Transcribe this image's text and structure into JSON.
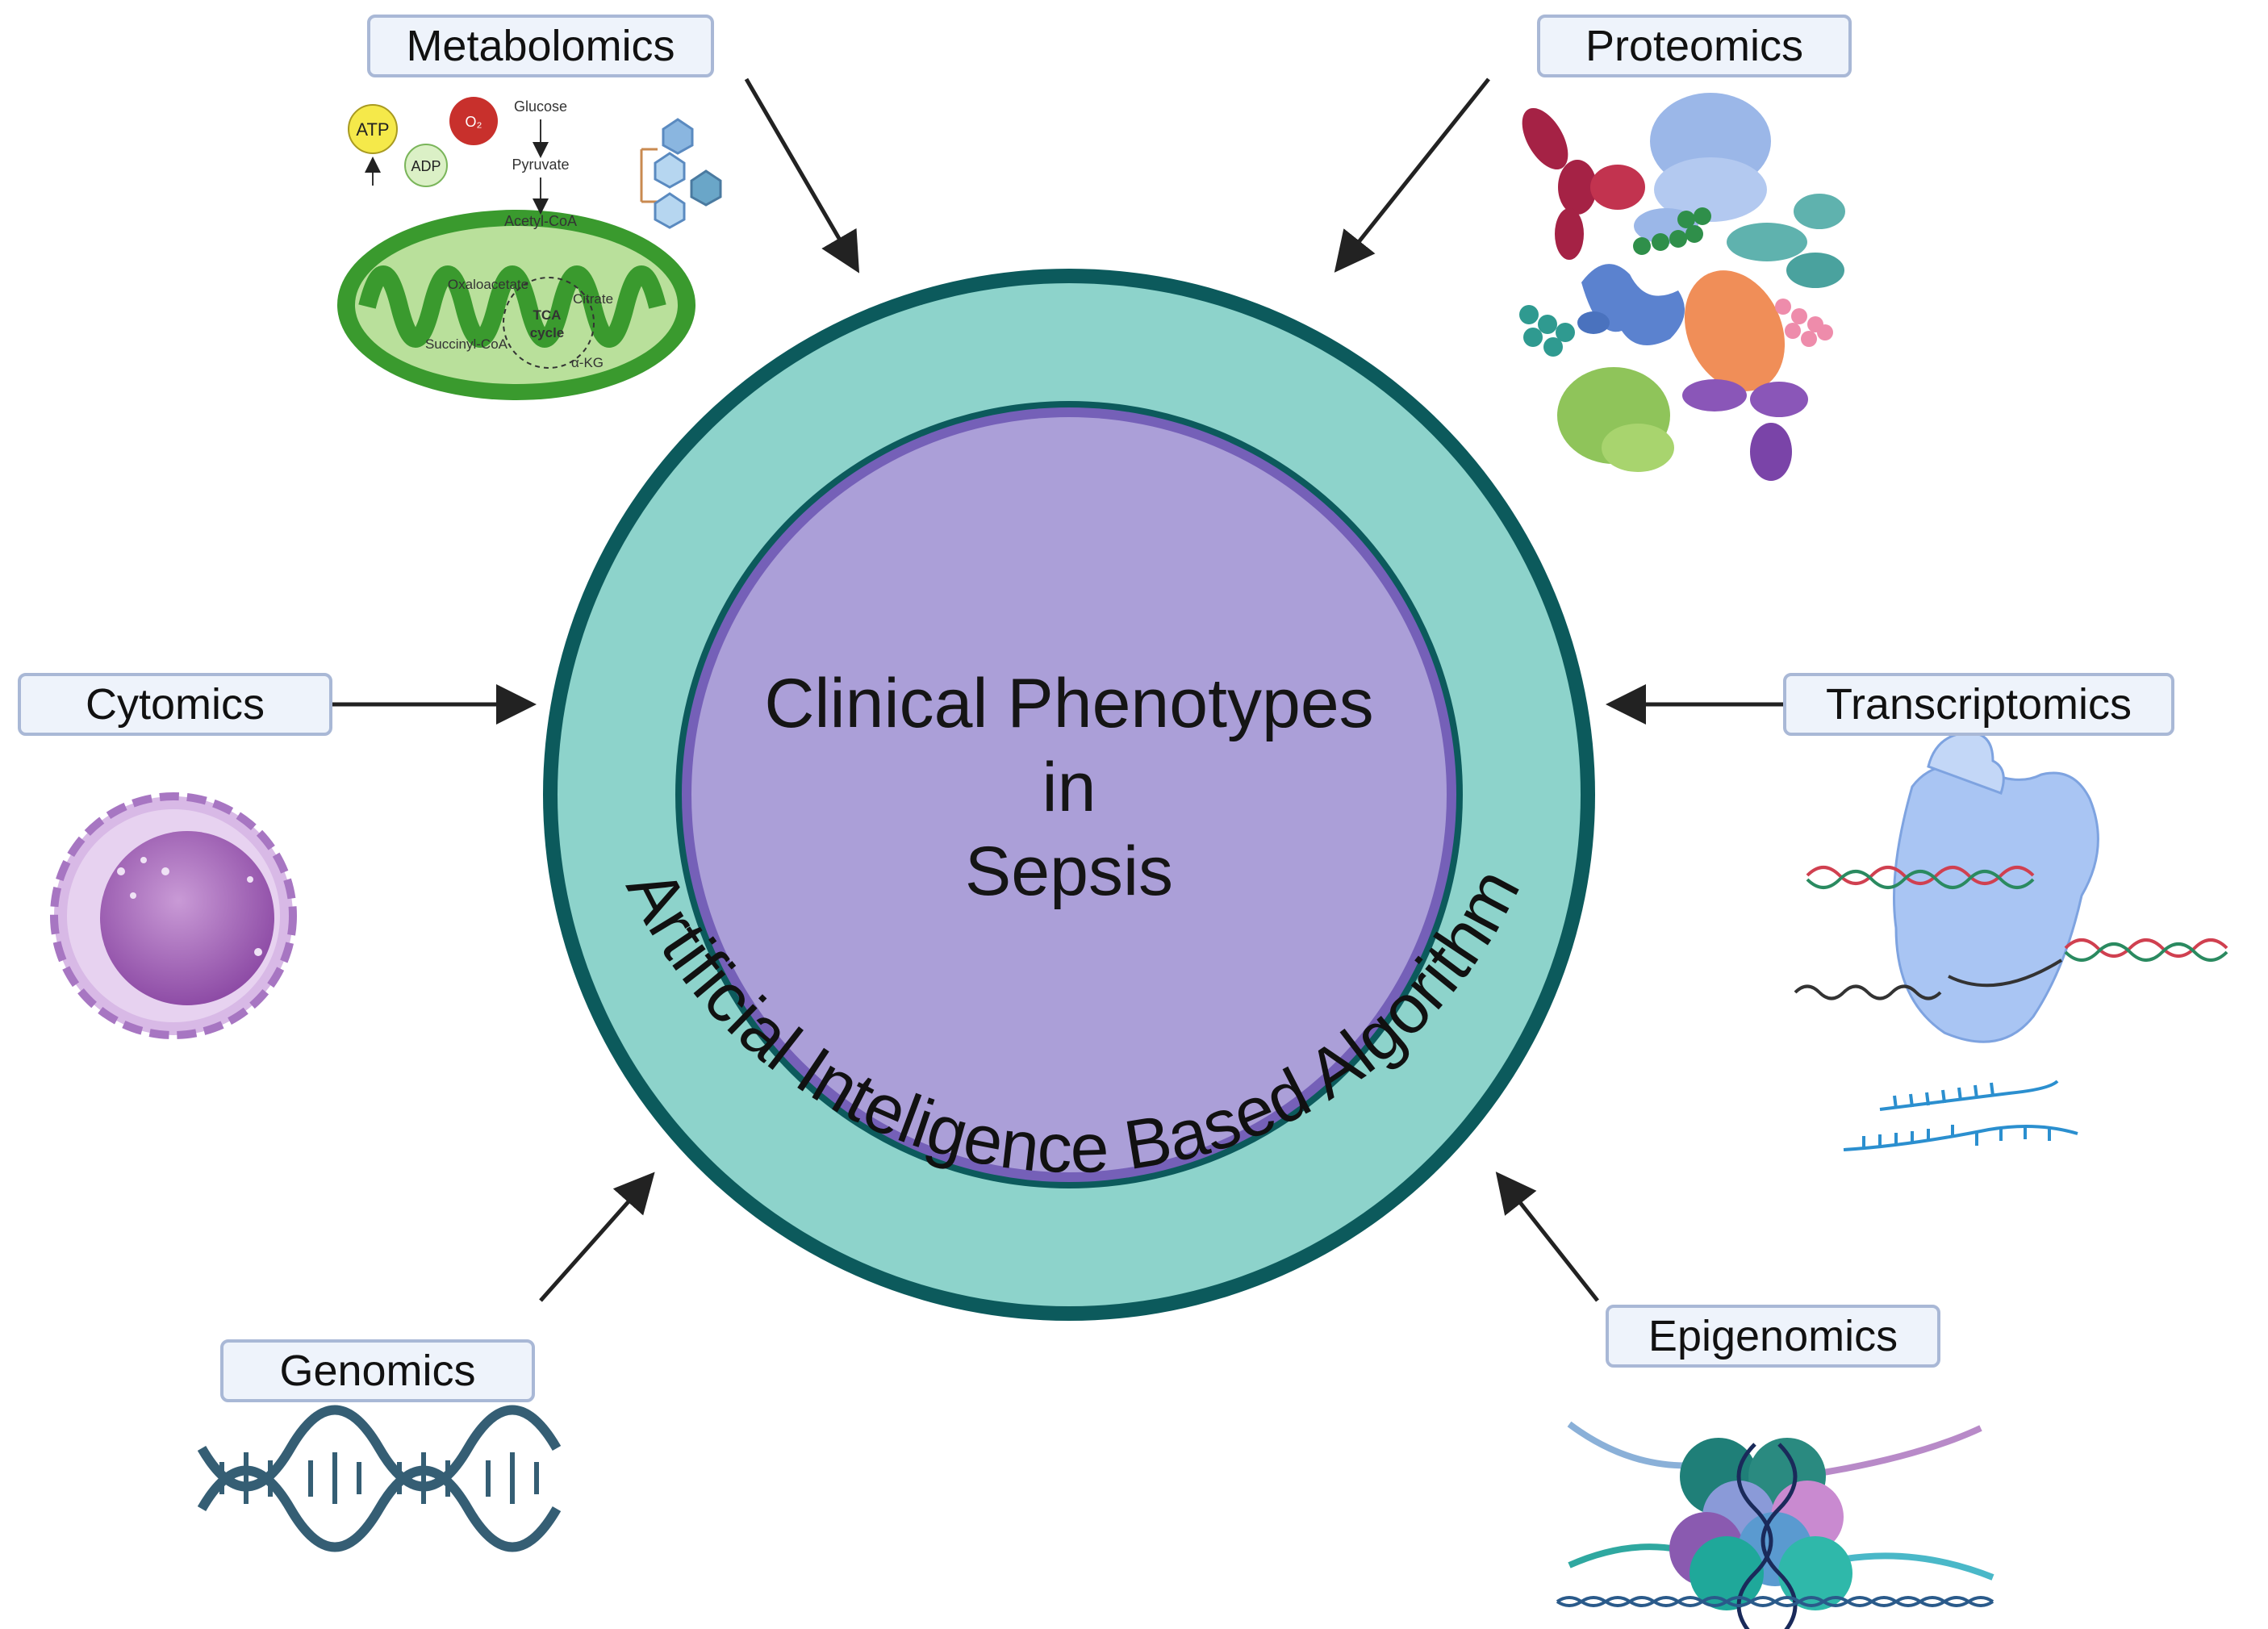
{
  "center": {
    "title_line1": "Clinical Phenotypes",
    "title_line2": "in",
    "title_line3": "Sepsis",
    "ring_text": "Artificial Inteligence Based Algorithm"
  },
  "nodes": {
    "metabolomics": "Metabolomics",
    "proteomics": "Proteomics",
    "cytomics": "Cytomics",
    "transcriptomics": "Transcriptomics",
    "genomics": "Genomics",
    "epigenomics": "Epigenomics"
  },
  "metabolism_labels": {
    "atp": "ATP",
    "adp": "ADP",
    "o2": "O₂",
    "glucose": "Glucose",
    "pyruvate": "Pyruvate",
    "acetyl_coa": "Acetyl-CoA",
    "oxaloacetate": "Oxaloacetate",
    "citrate": "Citrate",
    "tca": "TCA",
    "cycle": "cycle",
    "succinyl_coa": "Succinyl-CoA",
    "a_kg": "α-KG"
  },
  "colors": {
    "ring_outer": "#0c5a5c",
    "ring_fill": "#8dd3cb",
    "inner_border": "#7560b8",
    "inner_fill": "#ab9fd8",
    "arrow": "#222222",
    "label_bg": "#eef3fb",
    "label_border": "#a9b8d6"
  }
}
